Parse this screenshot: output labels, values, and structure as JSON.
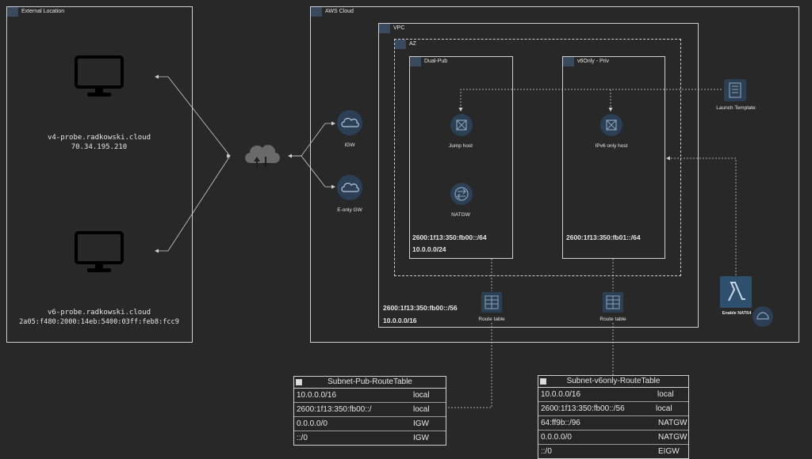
{
  "external": {
    "label": "External Location",
    "v4_host": "v4-probe.radkowski.cloud",
    "v4_ip": "70.34.195.210",
    "v6_host": "v6-probe.radkowski.cloud",
    "v6_ip": "2a05:f480:2000:14eb:5400:03ff:feb8:fcc9"
  },
  "aws": {
    "label": "AWS Cloud",
    "vpc_label": "VPC",
    "az_label": "AZ",
    "igw_label": "IGW",
    "eigw_label": "E-only GW",
    "vpc_cidr6": "2600:1f13:350:fb00::/56",
    "vpc_cidr4": "10.0.0.0/16",
    "launch_template_label": "Launch Template",
    "nat64_label": "Enable NAT64"
  },
  "pub_subnet": {
    "label": "Dual-Pub",
    "jump_label": "Jump host",
    "natgw_label": "NATGW",
    "cidr6": "2600:1f13:350:fb00::/64",
    "cidr4": "10.0.0.0/24",
    "rt_label": "Route table"
  },
  "priv_subnet": {
    "label": "v6Only - Priv",
    "host_label": "IPv6 only host",
    "cidr6": "2600:1f13:350:fb01::/64",
    "rt_label": "Route table"
  },
  "pub_rt": {
    "title": "Subnet-Pub-RouteTable",
    "rows": [
      {
        "dest": "10.0.0.0/16",
        "target": "local"
      },
      {
        "dest": "2600:1f13:350:fb00::/",
        "target": "local"
      },
      {
        "dest": "0.0.0.0/0",
        "target": "IGW"
      },
      {
        "dest": "::/0",
        "target": "IGW"
      }
    ]
  },
  "priv_rt": {
    "title": "Subnet-v6only-RouteTable",
    "rows": [
      {
        "dest": "10.0.0.0/16",
        "target": "local"
      },
      {
        "dest": "2600:1f13:350:fb00::/56",
        "target": "local"
      },
      {
        "dest": "64:ff9b::/96",
        "target": "NATGW"
      },
      {
        "dest": "0.0.0.0/0",
        "target": "NATGW"
      },
      {
        "dest": "::/0",
        "target": "EIGW"
      }
    ]
  },
  "colors": {
    "background": "#282828",
    "line": "#cfcfcf",
    "aws_icon_bg": "#2b3f55",
    "lambda_orange": "#2f4f6f"
  }
}
